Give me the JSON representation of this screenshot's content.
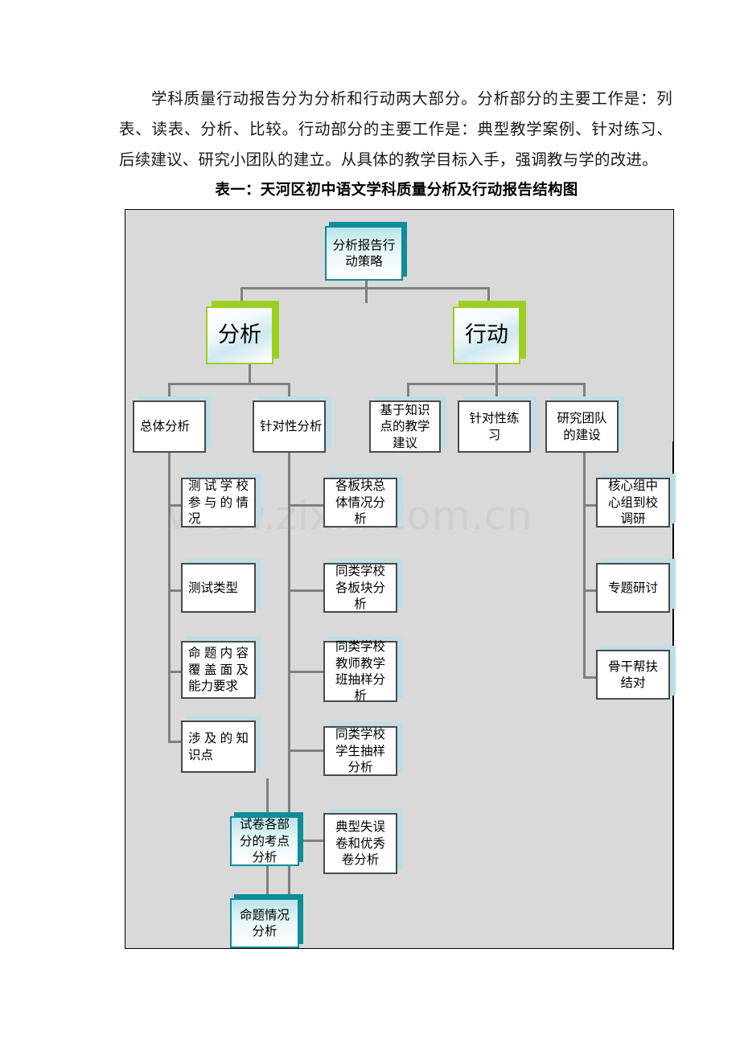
{
  "document": {
    "paragraph": "学科质量行动报告分为分析和行动两大部分。分析部分的主要工作是：列表、读表、分析、比较。行动部分的主要工作是：典型教学案例、针对练习、后续建议、研究小团队的建立。从具体的教学目标入手，强调教与学的改进。",
    "figure_title": "表一：天河区初中语文学科质量分析及行动报告结构图",
    "watermark": "www.zixin.com.cn"
  },
  "colors": {
    "diagram_bg": "#d9d9d9",
    "diagram_border": "#000000",
    "connector": "#808080",
    "teal_border": "#0e8c98",
    "green_border": "#9dcf22",
    "plain_border": "#4a4a4a",
    "plain_shadow": "#bfdde4"
  },
  "diagram": {
    "root": {
      "label": "分析报告行动策略",
      "style": "teal"
    },
    "level2": [
      {
        "label": "分析",
        "style": "green"
      },
      {
        "label": "行动",
        "style": "green"
      }
    ],
    "level3": [
      {
        "label": "总体分析",
        "style": "plain"
      },
      {
        "label": "针对性分析",
        "style": "plain"
      },
      {
        "label": "基于知识点的教学建议",
        "style": "plain"
      },
      {
        "label": "针对性练习",
        "style": "plain"
      },
      {
        "label": "研究团队的建设",
        "style": "plain"
      }
    ],
    "column_overall_analysis": [
      {
        "label": "测试学校参与的情况",
        "style": "plain"
      },
      {
        "label": "测试类型",
        "style": "plain"
      },
      {
        "label": "命题内容覆盖面及能力要求",
        "style": "plain"
      },
      {
        "label": "涉及的知识点",
        "style": "plain"
      }
    ],
    "column_knowledge_children": [
      {
        "label": "试卷各部分的考点分析",
        "style": "teal"
      },
      {
        "label": "命题情况分析",
        "style": "teal"
      }
    ],
    "column_targeted_analysis": [
      {
        "label": "各板块总体情况分析",
        "style": "plain"
      },
      {
        "label": "同类学校各板块分析",
        "style": "plain"
      },
      {
        "label": "同类学校教师教学班抽样分析",
        "style": "plain"
      },
      {
        "label": "同类学校学生抽样分析",
        "style": "plain"
      },
      {
        "label": "典型失误卷和优秀卷分析",
        "style": "plain"
      }
    ],
    "column_research_team": [
      {
        "label": "核心组中心组到校调研",
        "style": "plain"
      },
      {
        "label": "专题研讨",
        "style": "plain"
      },
      {
        "label": "骨干帮扶结对",
        "style": "plain"
      }
    ]
  }
}
